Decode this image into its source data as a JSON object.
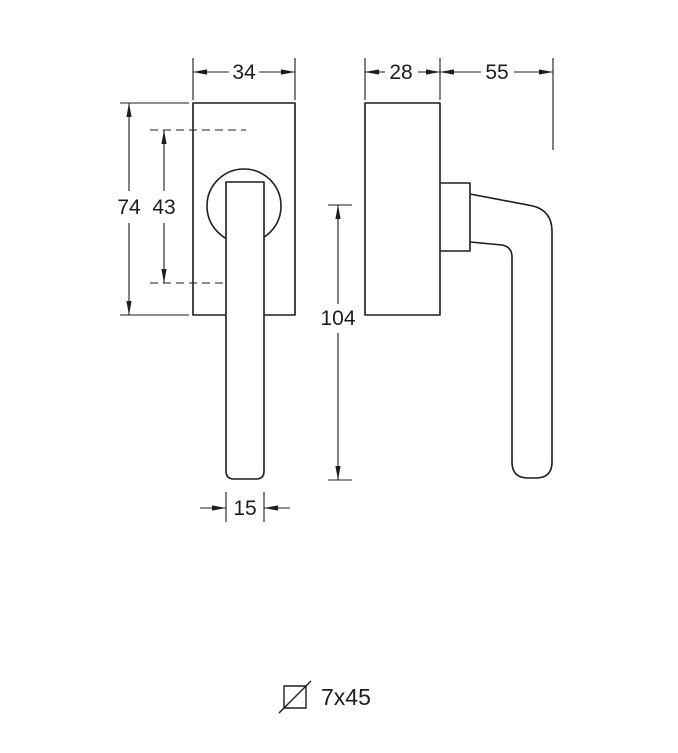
{
  "dimensions": {
    "plate_width": "34",
    "plate_depth": "28",
    "projection": "55",
    "plate_height": "74",
    "axis_offset": "43",
    "handle_length": "104",
    "handle_width": "15"
  },
  "spindle": {
    "label": "7x45"
  },
  "colors": {
    "line": "#1d1d1b",
    "background": "#ffffff"
  }
}
